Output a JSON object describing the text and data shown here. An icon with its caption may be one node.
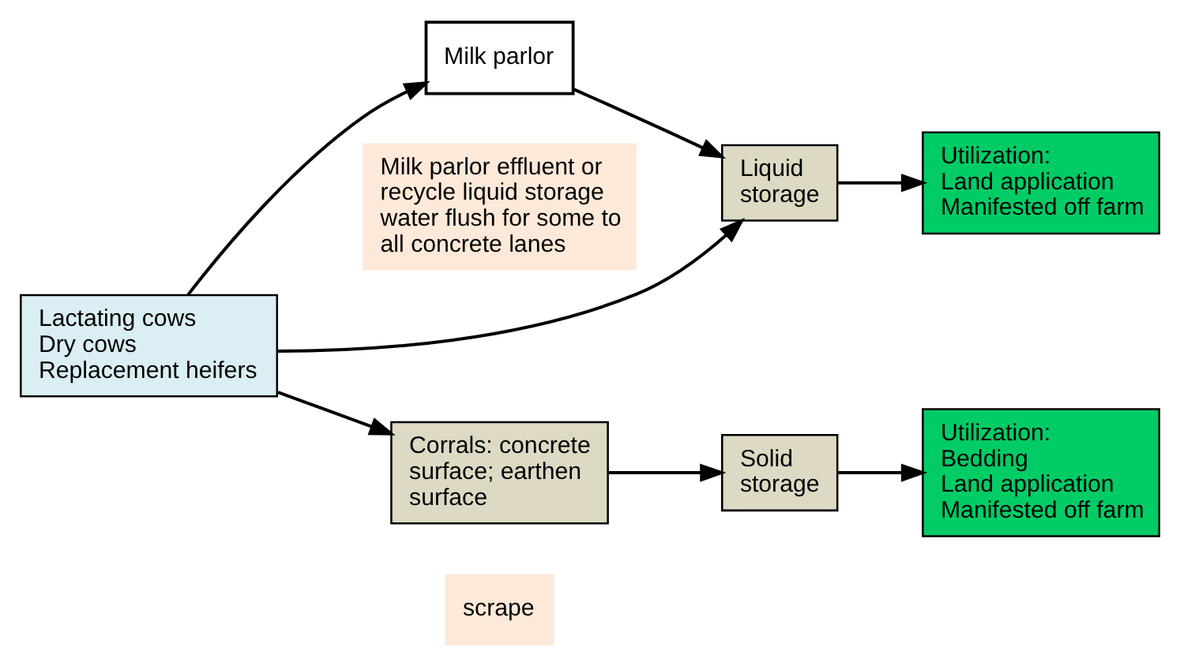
{
  "diagram": {
    "nodes": [
      {
        "text": [
          "Milk parlor"
        ]
      },
      {
        "text": [
          "Lactating cows",
          "Dry cows",
          "Replacement heifers"
        ]
      },
      {
        "text": [
          "Milk parlor effluent or recycle liquid storage water flush for some to all concrete lanes"
        ]
      },
      {
        "text": [
          "Liquid storage"
        ]
      },
      {
        "text": [
          "Utilization:",
          "Land application",
          "Manifested off farm"
        ]
      },
      {
        "text": [
          "Corrals: concrete surface; earthen surface"
        ]
      },
      {
        "text": [
          "scrape"
        ]
      },
      {
        "text": [
          "Solid storage"
        ]
      },
      {
        "text": [
          "Utilization:",
          "Bedding",
          "Land application",
          "Manifested off farm"
        ]
      }
    ],
    "edges": [
      {
        "from": 1,
        "to": 0,
        "arrow": "to"
      },
      {
        "from": 0,
        "to": 3,
        "arrow": "to"
      },
      {
        "from": 1,
        "to": 3,
        "arrow": "to"
      },
      {
        "from": 3,
        "to": 4,
        "arrow": "to"
      },
      {
        "from": 1,
        "to": 5,
        "arrow": "to"
      },
      {
        "from": 5,
        "to": 7,
        "arrow": "to"
      },
      {
        "from": 7,
        "to": 8,
        "arrow": "to"
      }
    ]
  }
}
